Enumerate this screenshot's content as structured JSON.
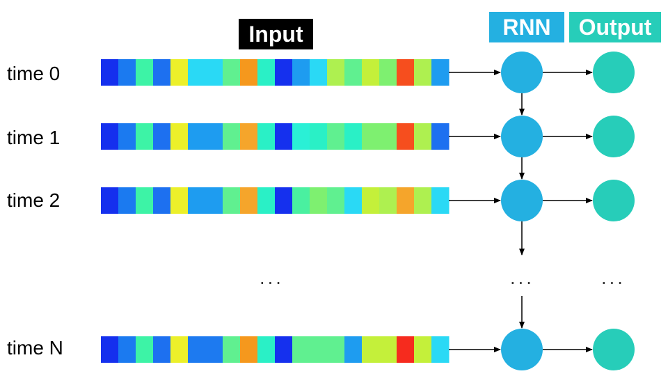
{
  "header": {
    "input_label": "Input",
    "rnn_label": "RNN",
    "output_label": "Output"
  },
  "ellipsis": "···",
  "colors": {
    "rnn": "#24b0e1",
    "output": "#27cdb9",
    "input_tag_bg": "#000000",
    "arrow": "#000000"
  },
  "rows": [
    {
      "label": "time 0",
      "cells": [
        "#1530ee",
        "#1b7af0",
        "#3df3a6",
        "#1d70f0",
        "#ecf02a",
        "#2ad9f5",
        "#2ad9f5",
        "#60f090",
        "#f5981d",
        "#2af0c6",
        "#1530ee",
        "#1e9cf0",
        "#2ad9f5",
        "#aef050",
        "#60f090",
        "#c4f03a",
        "#7ef070",
        "#f64e1e",
        "#aef050",
        "#1e9cf0"
      ]
    },
    {
      "label": "time 1",
      "cells": [
        "#1530ee",
        "#1b7af0",
        "#3df3a6",
        "#1d70f0",
        "#ecf02a",
        "#1e9cf0",
        "#1e9cf0",
        "#60f090",
        "#f5a52b",
        "#2af0c6",
        "#1530ee",
        "#2af0d6",
        "#2af0c6",
        "#60f090",
        "#2af0c6",
        "#7ef070",
        "#7ef070",
        "#f64e1e",
        "#aef050",
        "#1d70f0"
      ]
    },
    {
      "label": "time 2",
      "cells": [
        "#1530ee",
        "#1b7af0",
        "#3df3a6",
        "#1d70f0",
        "#ecf02a",
        "#1e9cf0",
        "#1e9cf0",
        "#60f090",
        "#f5a52b",
        "#2af0c6",
        "#1530ee",
        "#4af0a0",
        "#7ef070",
        "#60f090",
        "#2ad9f5",
        "#c4f03a",
        "#aef050",
        "#f5a52b",
        "#aef050",
        "#2ad9f5"
      ]
    },
    {
      "label": "time N",
      "cells": [
        "#1530ee",
        "#1b7af0",
        "#3df3a6",
        "#1d70f0",
        "#ecf02a",
        "#1d7af0",
        "#1d7af0",
        "#60f090",
        "#f5981d",
        "#2af0c6",
        "#1530ee",
        "#60f090",
        "#60f090",
        "#60f090",
        "#1e9cf0",
        "#c4f03a",
        "#c4f03a",
        "#f62b1e",
        "#c4f03a",
        "#2ad9f5"
      ]
    }
  ]
}
